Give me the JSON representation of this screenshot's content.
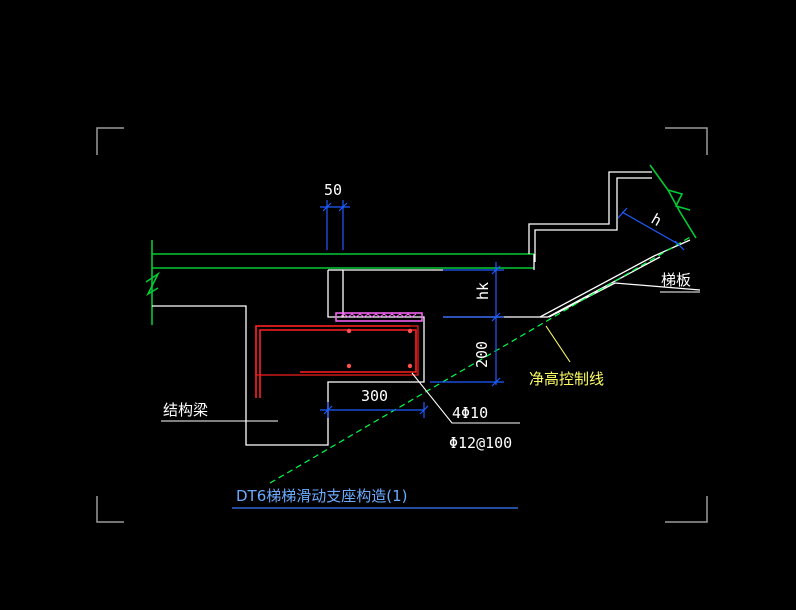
{
  "labels": {
    "dim_50": "50",
    "dim_h": "h",
    "dim_hk": "hk",
    "dim_200": "200",
    "dim_300": "300",
    "stair_slab": "梯板",
    "clear_height_line": "净高控制线",
    "structural_beam": "结构梁",
    "rebar_main": "4Φ10",
    "rebar_stirrup": "Φ12@100",
    "title": "DT6梯梯滑动支座构造(1)"
  },
  "colors": {
    "background": "#000000",
    "outline": "#ffffff",
    "slab": "#00cc33",
    "dimension": "#1e5cff",
    "rebar": "#ff2020",
    "bearing": "#ff66ff",
    "clear_line": "#00ff44",
    "annotation_text": "#ffff66",
    "title_text": "#6aaaff",
    "corner_marks": "#9a9a9a"
  }
}
